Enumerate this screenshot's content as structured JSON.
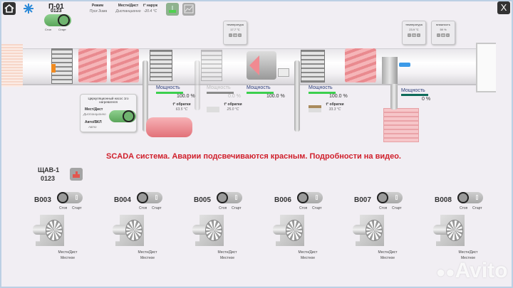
{
  "header": {
    "unit_name": "П-01",
    "unit_code": "0123",
    "toggle": {
      "stop_label": "Стоп",
      "start_label": "Старт",
      "state": "on"
    },
    "mode": {
      "label": "Режим",
      "value": "Пуск Зима"
    },
    "control": {
      "label": "Местн/Дист",
      "value": "Дистанционно"
    },
    "outdoor_temp": {
      "label": "t° наруж",
      "value": "-20.4 °C"
    },
    "icons": [
      "home-icon",
      "snowflake-icon",
      "network-icon",
      "trend-chart-icon",
      "close-icon"
    ],
    "close_label": "X"
  },
  "sensors": {
    "supply_temp_1": {
      "title": "температура",
      "value": "17.7 °C",
      "setpoint": "18",
      "minus": "−",
      "plus": "+"
    },
    "supply_temp_2": {
      "title": "температура",
      "value": "23.9 °C",
      "setpoint": "24",
      "minus": "−",
      "plus": "+"
    },
    "humidity": {
      "title": "влажность",
      "value": "59 %",
      "setpoint": "40",
      "minus": "−",
      "plus": "+"
    }
  },
  "heaters": [
    {
      "label": "Мощность",
      "value": "100.0 %",
      "return_label": "t° обратки",
      "return_value": "63.5 °C",
      "bar_color": "#3ccf4e",
      "active": true
    },
    {
      "label": "Мощность",
      "value": "0.0 %",
      "return_label": "t° обратки",
      "return_value": "25.0 °C",
      "bar_color": "#8a8a8a",
      "active": false
    },
    {
      "label": "Мощность",
      "value": "100.0 %",
      "return_label": "",
      "return_value": "",
      "bar_color": "#3ccf4e",
      "active": true
    },
    {
      "label": "Мощность",
      "value": "100.0 %",
      "return_label": "t° обратки",
      "return_value": "33.3 °C",
      "bar_color": "#3ccf4e",
      "active": true
    },
    {
      "label": "Мощность",
      "value": "0 %",
      "return_label": "",
      "return_value": "",
      "bar_color": "#0f6b5a",
      "active": true
    }
  ],
  "pump_panel": {
    "title": "Циркуляционный насос 1го нагревателя",
    "control_label": "Мест/Дист",
    "control_value": "Дистанционно",
    "auto_label": "Авто/ВКЛ",
    "auto_value": "Авто"
  },
  "banner": "SCADA система. Аварии подсвечиваются красным. Подробности на видео.",
  "panel": {
    "name": "ЩАВ-1",
    "code": "0123"
  },
  "fans": [
    {
      "id": "B003",
      "stop": "Стоп",
      "start": "Старт",
      "mode_label": "Местн/Дист",
      "mode_value": "Местное"
    },
    {
      "id": "B004",
      "stop": "Стоп",
      "start": "Старт",
      "mode_label": "Местн/Дист",
      "mode_value": "Местное"
    },
    {
      "id": "B005",
      "stop": "Стоп",
      "start": "Старт",
      "mode_label": "Местн/Дист",
      "mode_value": "Местное"
    },
    {
      "id": "B006",
      "stop": "Стоп",
      "start": "Старт",
      "mode_label": "Местн/Дист",
      "mode_value": "Местное"
    },
    {
      "id": "B007",
      "stop": "Стоп",
      "start": "Старт",
      "mode_label": "Местн/Дист",
      "mode_value": "Местное"
    },
    {
      "id": "B008",
      "stop": "Стоп",
      "start": "Старт",
      "mode_label": "Местн/Дист",
      "mode_value": "Местное"
    }
  ],
  "watermark": "Avito",
  "colors": {
    "alarm_red": "#d0202c",
    "ok_green": "#3ccf4e",
    "heater_pink": "#ee9aa0",
    "background": "#f1eef3"
  }
}
